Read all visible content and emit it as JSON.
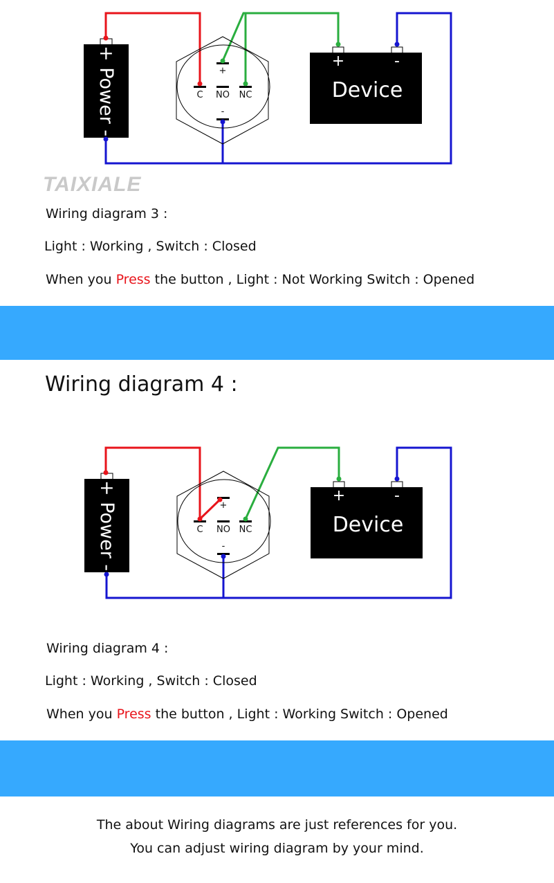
{
  "diagram3": {
    "power_label": "+ Power -",
    "switch_pins": {
      "plus": "+",
      "c": "C",
      "no": "NO",
      "nc": "NC",
      "minus": "-"
    },
    "device_label": "Device",
    "device_plus": "+",
    "device_minus": "-",
    "watermark": "TAIXIALE",
    "caption": "Wiring diagram 3 :",
    "state": "Light : Working , Switch : Closed",
    "press_before": "When you ",
    "press_word": "Press",
    "press_after": " the button , Light : Not Working Switch : Opened"
  },
  "diagram4": {
    "heading": "Wiring diagram 4 :",
    "power_label": "+ Power -",
    "switch_pins": {
      "plus": "+",
      "c": "C",
      "no": "NO",
      "nc": "NC",
      "minus": "-"
    },
    "device_label": "Device",
    "device_plus": "+",
    "device_minus": "-",
    "caption": "Wiring diagram 4 :",
    "state": "Light : Working , Switch : Closed",
    "press_before": "When you ",
    "press_word": "Press",
    "press_after": " the button , Light : Working Switch : Opened"
  },
  "footer": {
    "line1": "The about Wiring diagrams are just references for you.",
    "line2": "You can adjust wiring diagram by your mind."
  },
  "colors": {
    "band": "#36a9fe",
    "red_wire": "#e8141b",
    "green_wire": "#2aae3f",
    "blue_wire": "#1515d0",
    "press": "#e8141b"
  }
}
